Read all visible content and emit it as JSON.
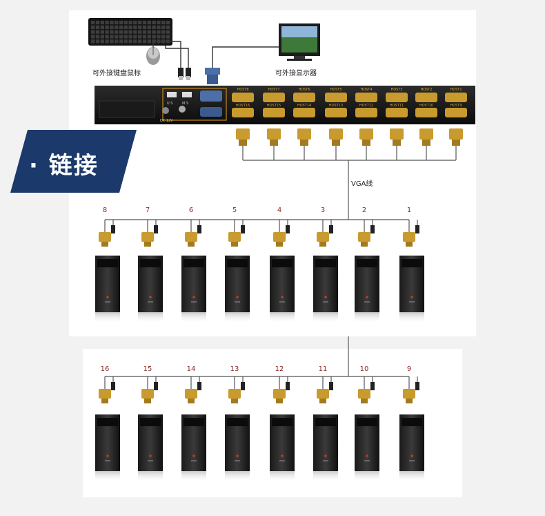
{
  "labels": {
    "keyboard_mouse": "可外接键盘鼠标",
    "monitor": "可外接显示器",
    "vga_cable": "VGA线",
    "section_title": "· 链接"
  },
  "device_panel": {
    "usb_label": "U S",
    "usb_label_b": "M S",
    "power_label": "DC 12V",
    "port_labels": [
      "HOST8",
      "HOST7",
      "HOST6",
      "HOST5",
      "HOST4",
      "HOST3",
      "HOST2",
      "HOST1"
    ],
    "port_labels_bottom": [
      "HOST16",
      "HOST15",
      "HOST14",
      "HOST13",
      "HOST12",
      "HOST11",
      "HOST10",
      "HOST9"
    ]
  },
  "computers_row1": [
    "8",
    "7",
    "6",
    "5",
    "4",
    "3",
    "2",
    "1"
  ],
  "computers_row2": [
    "16",
    "15",
    "14",
    "13",
    "12",
    "11",
    "10",
    "9"
  ],
  "colors": {
    "banner": "#1b3a6b",
    "vga_gold": "#c99a2e",
    "cable": "#555555",
    "number": "#8b2a2a"
  }
}
